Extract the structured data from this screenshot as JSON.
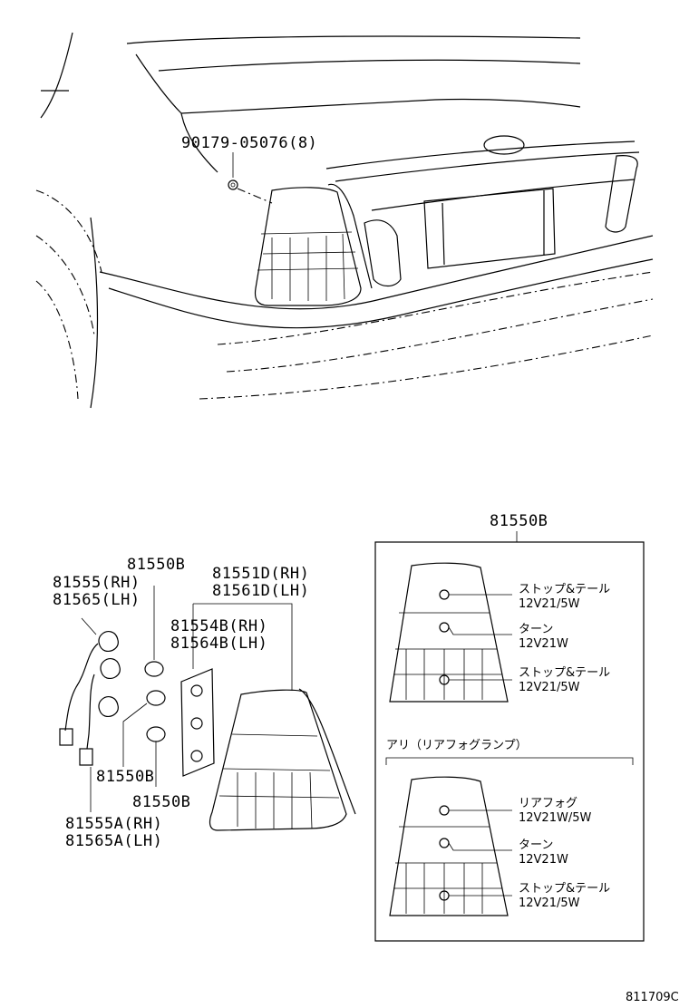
{
  "top_view": {
    "bolt_part_number": "90179-05076(8)"
  },
  "exploded": {
    "socket_upper_rh": "81555(RH)",
    "socket_upper_lh": "81565(LH)",
    "socket_lower_rh": "81555A(RH)",
    "socket_lower_lh": "81565A(LH)",
    "bulb_label_top": "81550B",
    "bulb_label_mid": "81550B",
    "bulb_label_bottom": "81550B",
    "lens_rh": "81551D(RH)",
    "lens_lh": "81561D(LH)",
    "gasket_rh": "81554B(RH)",
    "gasket_lh": "81564B(LH)"
  },
  "bulb_chart": {
    "title": "81550B",
    "standard": [
      {
        "name": "ストップ&テール",
        "spec": "12V21/5W"
      },
      {
        "name": "ターン",
        "spec": "12V21W"
      },
      {
        "name": "ストップ&テール",
        "spec": "12V21/5W"
      }
    ],
    "with_fog_heading": "アリ（リアフォグランプ）",
    "with_fog": [
      {
        "name": "リアフォグ",
        "spec": "12V21W/5W"
      },
      {
        "name": "ターン",
        "spec": "12V21W"
      },
      {
        "name": "ストップ&テール",
        "spec": "12V21/5W"
      }
    ]
  },
  "figure_code": "811709C"
}
